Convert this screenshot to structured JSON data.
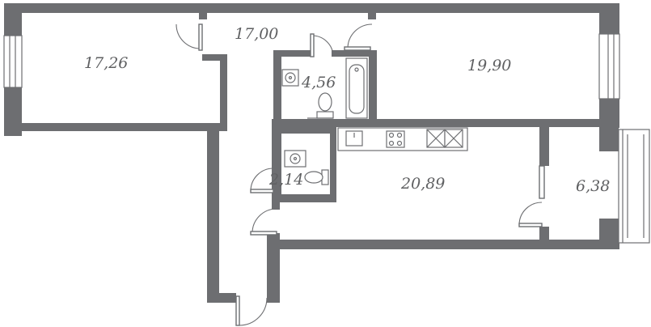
{
  "plan": {
    "rooms": [
      {
        "id": "room-left-bedroom",
        "area": "17,26"
      },
      {
        "id": "room-hallway",
        "area": "17,00"
      },
      {
        "id": "room-bathroom",
        "area": "4,56"
      },
      {
        "id": "room-right-bedroom",
        "area": "19,90"
      },
      {
        "id": "room-toilet",
        "area": "2,14"
      },
      {
        "id": "room-kitchen-living",
        "area": "20,89"
      },
      {
        "id": "room-balcony",
        "area": "6,38"
      }
    ],
    "colors": {
      "wall": "#6d6e71",
      "label": "#5f6062",
      "background": "#ffffff"
    }
  }
}
